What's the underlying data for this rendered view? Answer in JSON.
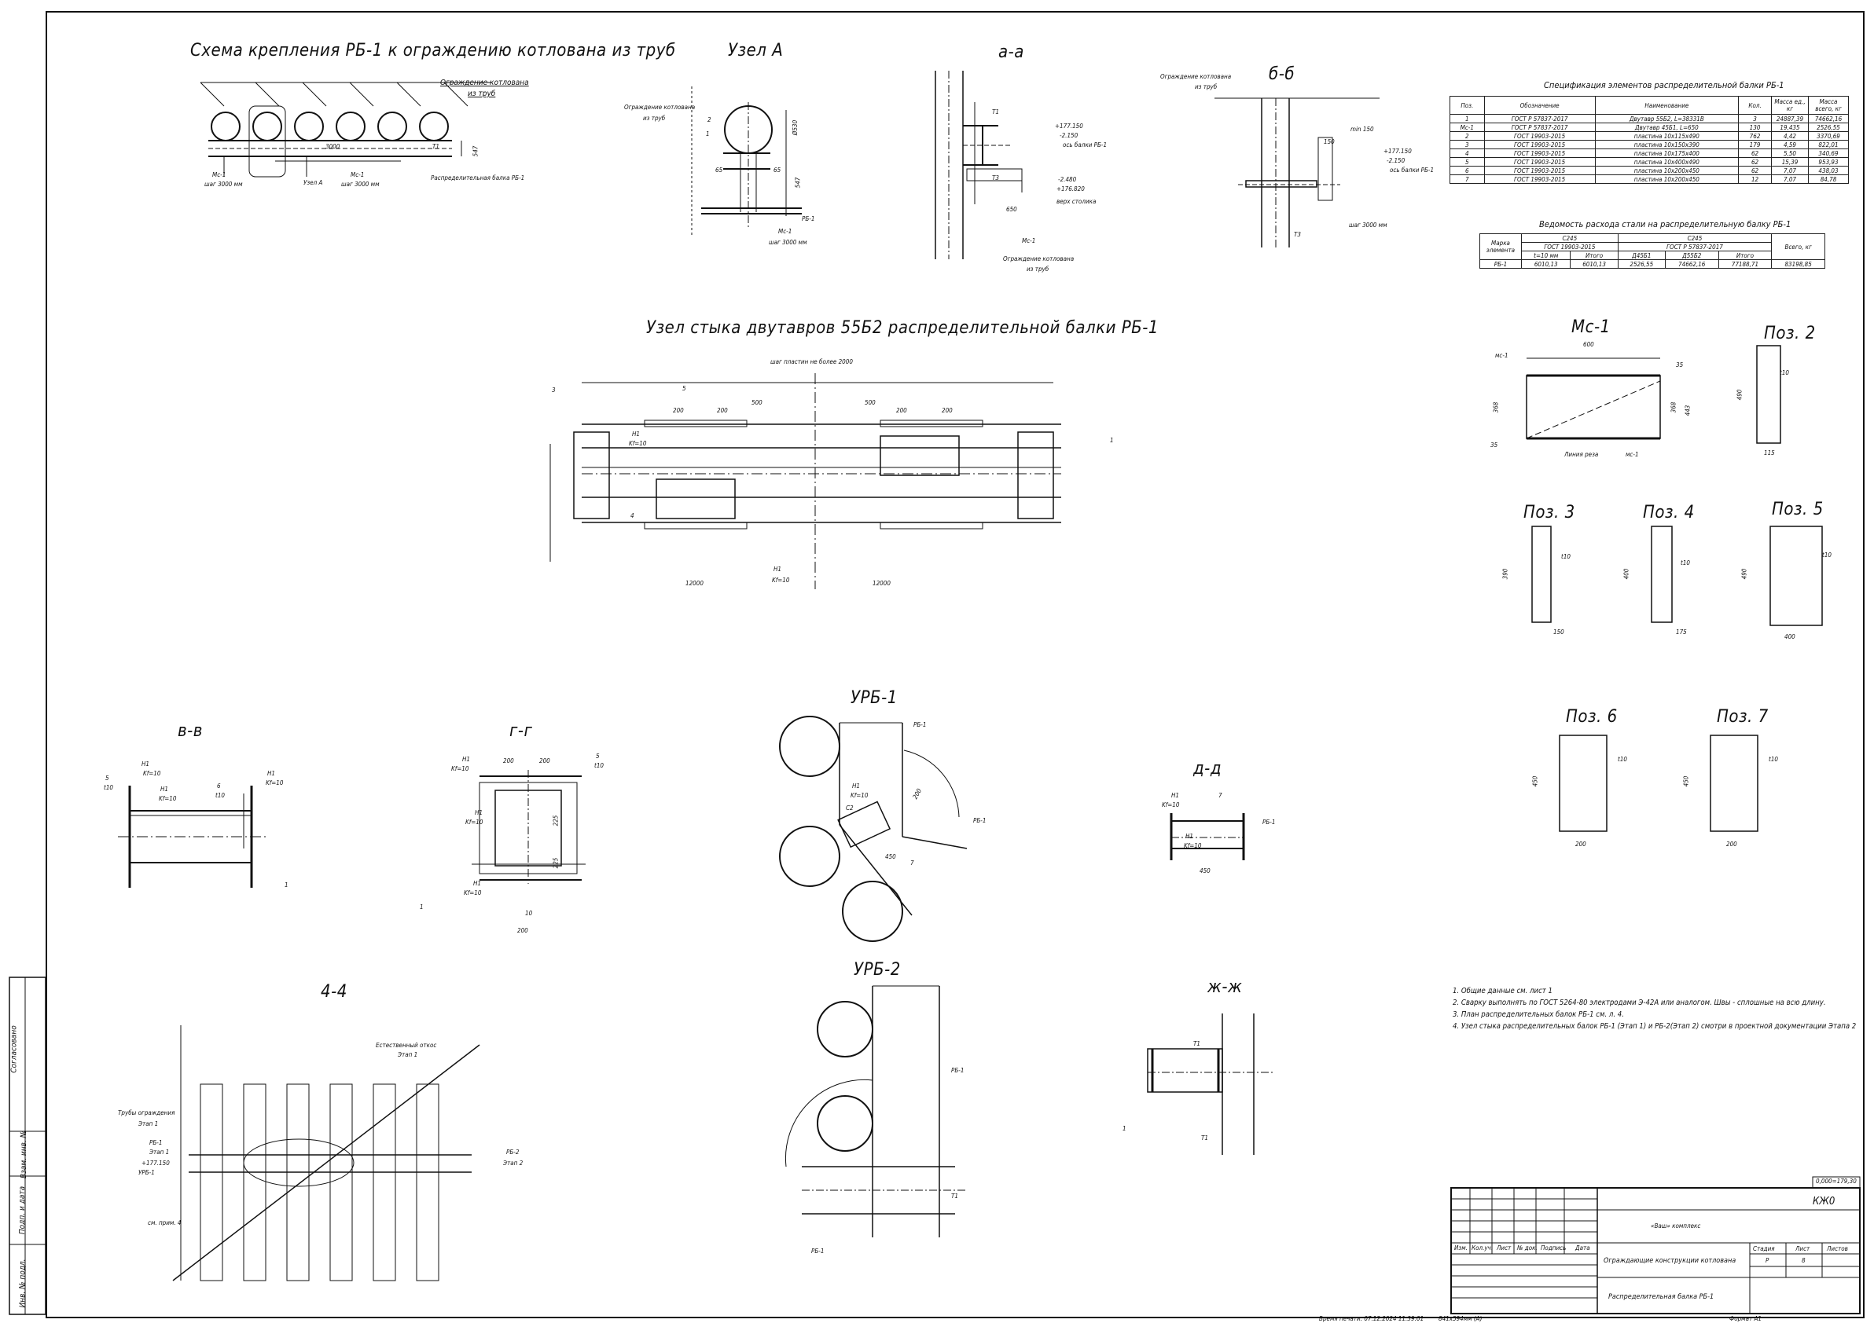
{
  "views": {
    "scheme": "Схема крепления РБ-1 к ограждению котлована из труб",
    "uzel_a": "Узел А",
    "aa": "а-а",
    "bb": "б-б",
    "splice": "Узел стыка двутавров 55Б2 распределительной балки РБ-1",
    "vv": "в-в",
    "gg": "г-г",
    "urb1": "УРБ-1",
    "dd": "д-д",
    "urb2": "УРБ-2",
    "s44": "4-4",
    "zhzh": "ж-ж",
    "mc1": "Мс-1",
    "poz2": "Поз. 2",
    "poz3": "Поз. 3",
    "poz4": "Поз. 4",
    "poz5": "Поз. 5",
    "poz6": "Поз. 6",
    "poz7": "Поз. 7"
  },
  "scheme_labels": {
    "fence": "Ограждение котлована",
    "fence2": "из труб",
    "dim": "3000",
    "h": "547",
    "mc1": "Мс-1",
    "step": "шаг 3000 мм",
    "node": "Узел А",
    "t1": "Т1",
    "beam": "Распределительная балка РБ-1"
  },
  "uzel_a_labels": {
    "fence": "Ограждение котлована",
    "fence2": "из труб",
    "d": "Ø530",
    "mc1": "Мс-1",
    "rb1": "РБ-1",
    "step": "шаг 3000 мм",
    "h": "547",
    "w": "65",
    "p2": "2",
    "p1": "1"
  },
  "aa_labels": {
    "lvl1": "+177.150",
    "lvl1b": "-2.150",
    "axis": "ось балки РБ-1",
    "lvl2": "-2.480",
    "lvl2b": "+176.820",
    "top": "верх столика",
    "mc1": "Мс-1",
    "fence": "Ограждение котлована",
    "fence2": "из труб",
    "d650": "650",
    "t3": "Т3",
    "t1": "Т1"
  },
  "bb_labels": {
    "fence": "Ограждение котлована",
    "fence2": "из труб",
    "lvl1": "+177.150",
    "lvl1b": "-2.150",
    "axis": "ось балки РБ-1",
    "min": "min 150",
    "step": "шаг 3000 мм",
    "t3": "Т3",
    "d150": "150"
  },
  "splice_labels": {
    "step": "шаг пластин не более 2000",
    "d200a": "200",
    "d200b": "200",
    "d500a": "500",
    "d500b": "500",
    "d200c": "200",
    "d200d": "200",
    "h1": "Н1",
    "kf": "Kf=10",
    "len": "12000",
    "len2": "12000",
    "p3": "3",
    "p4": "4",
    "p5": "5",
    "p1": "1"
  },
  "spec": {
    "title": "Спецификация элементов распределительной балки РБ-1",
    "headers": [
      "Поз.",
      "Обозначение",
      "Наименование",
      "Кол.",
      "Масса ед., кг",
      "Масса всего, кг"
    ],
    "rows": [
      [
        "1",
        "ГОСТ Р 57837-2017",
        "Двутавр 55Б2, L=38331В",
        "3",
        "24887,39",
        "74662,16"
      ],
      [
        "Мс-1",
        "ГОСТ Р 57837-2017",
        "Двутавр 45Б1, L=650",
        "130",
        "19,435",
        "2526,55"
      ],
      [
        "2",
        "ГОСТ 19903-2015",
        "пластина 10х115х490",
        "762",
        "4,42",
        "3370,69"
      ],
      [
        "3",
        "ГОСТ 19903-2015",
        "пластина 10х150х390",
        "179",
        "4,59",
        "822,01"
      ],
      [
        "4",
        "ГОСТ 19903-2015",
        "пластина 10х175х400",
        "62",
        "5,50",
        "340,69"
      ],
      [
        "5",
        "ГОСТ 19903-2015",
        "пластина 10х400х490",
        "62",
        "15,39",
        "953,93"
      ],
      [
        "6",
        "ГОСТ 19903-2015",
        "пластина 10х200х450",
        "62",
        "7,07",
        "438,03"
      ],
      [
        "7",
        "ГОСТ 19903-2015",
        "пластина 10х200х450",
        "12",
        "7,07",
        "84,78"
      ]
    ]
  },
  "vedomost": {
    "title": "Ведомость расхода стали на распределительную балку РБ-1",
    "h_mark": "Марка элемента",
    "h_c245a": "С245",
    "h_c245b": "С245",
    "h_gost1": "ГОСТ 19903-2015",
    "h_gost2": "ГОСТ Р 57837-2017",
    "h_total": "Всего, кг",
    "sub": [
      "t=10 мм",
      "Итого",
      "Д45Б1",
      "Д55Б2",
      "Итого"
    ],
    "row": [
      "РБ-1",
      "6010,13",
      "6010,13",
      "2526,55",
      "74662,16",
      "77188,71",
      "83198,85"
    ]
  },
  "mc1_labels": {
    "w": "600",
    "h": "368",
    "h2": "443",
    "d35a": "35",
    "d35b": "35",
    "cut": "Линия реза",
    "mc": "мс-1"
  },
  "poz_labels": {
    "t10": "t10",
    "p2h": "490",
    "p2w": "115",
    "p3h": "390",
    "p3w": "150",
    "p4h": "400",
    "p4w": "175",
    "p5h": "490",
    "p5w": "400",
    "p6h": "450",
    "p6w": "200",
    "p7h": "450",
    "p7w": "200"
  },
  "vv_labels": {
    "h1": "Н1",
    "kf": "Kf=10",
    "p5": "5",
    "t10": "t10",
    "p6": "6",
    "p1": "1"
  },
  "gg_labels": {
    "h1": "Н1",
    "kf": "Kf=10",
    "d200a": "200",
    "d200b": "200",
    "d225a": "225",
    "d225b": "225",
    "d200": "200",
    "p5": "5",
    "t10": "t10",
    "p1": "1",
    "d10": "10"
  },
  "urb1_labels": {
    "rb1": "РБ-1",
    "rb1b": "РБ-1",
    "h1": "Н1",
    "kf": "Kf=10",
    "c2": "С2",
    "d450": "450",
    "d7": "7",
    "d200": "200"
  },
  "dd_labels": {
    "h1": "Н1",
    "kf": "Kf=10",
    "p7": "7",
    "rb1": "РБ-1",
    "d450": "450"
  },
  "urb2_labels": {
    "rb1": "РБ-1",
    "rb1b": "РБ-1",
    "t1": "Т1"
  },
  "s44_labels": {
    "slope": "Естественный откос",
    "stage1": "Этап 1",
    "pipes": "Трубы ограждения",
    "pipes2": "Этап 1",
    "rb1": "РБ-1",
    "rb1s": "Этап 1",
    "lvl": "+177.150",
    "urb": "УРБ-1",
    "rb2": "РБ-2",
    "rb2s": "Этап 2",
    "note": "см. прим. 4"
  },
  "zhzh_labels": {
    "t1": "Т1",
    "t1b": "Т1",
    "p1": "1"
  },
  "notes": [
    "1. Общие данные см. лист 1",
    "2. Сварку выполнять по ГОСТ 5264-80 электродами Э-42А или аналогом. Швы - сплошные на всю длину.",
    "3. План распределительных балок РБ-1 см. л. 4.",
    "4. Узел стыка распределительных балок РБ-1 (Этап 1) и РБ-2(Этап 2) смотри в проектной документации Этапа 2"
  ],
  "side_stamp": {
    "a": "Согласовано",
    "b": "Взам. инв. №",
    "c": "Подп. и дата",
    "d": "Инв. № подл."
  },
  "title_block": {
    "level": "0,000=179,30",
    "code": "КЖ0",
    "project": "«Ваш» комплекс",
    "object": "Ограждающие конструкции котлована",
    "sheet_name": "Распределительная балка РБ-1",
    "h_izm": "Изм.",
    "h_koluch": "Кол.уч.",
    "h_list": "Лист",
    "h_ndok": "№ док.",
    "h_podp": "Подпись",
    "h_data": "Дата",
    "h_stage": "Стадия",
    "h_sheet": "Лист",
    "h_sheets": "Листов",
    "stage": "Р",
    "sheet": "8"
  },
  "footer": {
    "print_time": "Время печати: 07.12.2024  11:39:01",
    "size": "841x594мм (А)",
    "format": "Формат А1"
  }
}
